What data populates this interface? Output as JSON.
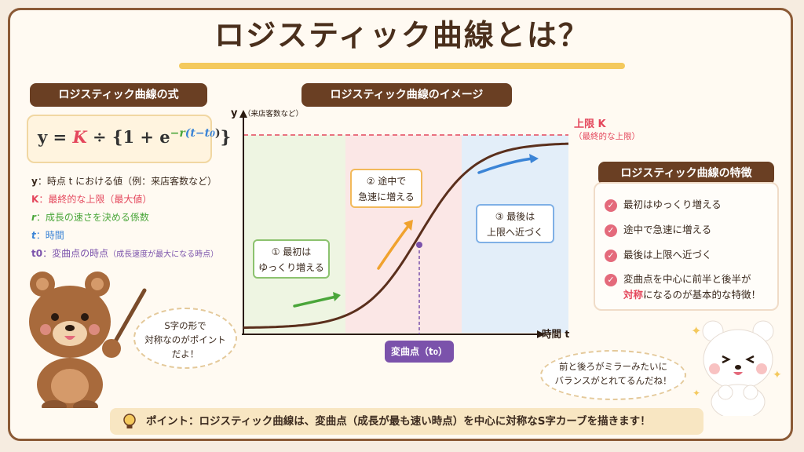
{
  "title": "ロジスティック曲線とは？",
  "formula_panel": {
    "heading": "ロジスティック曲線の式",
    "formula": {
      "y": "y",
      "eq": "=",
      "K": "K",
      "div": "÷",
      "open": "{1 + e",
      "exp_minus_r": "−r",
      "exp_t": "(t−t",
      "exp_sub": "0",
      "exp_close": ")",
      "close": "}"
    },
    "items": [
      {
        "symbol": "y",
        "text": "：時点 t における値（例：来店客数など）",
        "color": "#3b2a1e"
      },
      {
        "symbol": "K",
        "text": "：最終的な上限（最大値）",
        "color": "#e4475c"
      },
      {
        "symbol": "r",
        "text": "：成長の速さを決める係数",
        "color": "#4aa63a"
      },
      {
        "symbol": "t",
        "text": "：時間",
        "color": "#3b84d6"
      },
      {
        "symbol": "t0",
        "text": "：変曲点の時点",
        "note": "（成長速度が最大になる時点）",
        "color": "#7b52ab"
      }
    ]
  },
  "chart_panel": {
    "heading": "ロジスティック曲線のイメージ",
    "y_axis_label": "y",
    "y_axis_note": "（来店客数など）",
    "x_axis_label": "時間 t",
    "upper_limit_label": "上限 K",
    "upper_limit_note": "（最終的な上限）",
    "inflection_label": "変曲点（t",
    "inflection_sub": "0",
    "inflection_close": "）",
    "phases": [
      {
        "num": "①",
        "line1": "最初は",
        "line2": "ゆっくり増える",
        "color": "#4aa63a"
      },
      {
        "num": "②",
        "line1": "途中で",
        "line2": "急速に増える",
        "color": "#f0a22e"
      },
      {
        "num": "③",
        "line1": "最後は",
        "line2": "上限へ近づく",
        "color": "#3b84d6"
      }
    ]
  },
  "features_panel": {
    "heading": "ロジスティック曲線の特徴",
    "items": [
      "最初はゆっくり増える",
      "途中で急速に増える",
      "最後は上限へ近づく"
    ],
    "last_line1": "変曲点を中心に前半と後半が",
    "last_highlight": "対称",
    "last_line2": "になるのが基本的な特徴！"
  },
  "bubbles": {
    "left": [
      "S字の形で",
      "対称なのがポイント",
      "だよ！"
    ],
    "right": [
      "前と後ろがミラーみたいに",
      "バランスがとれてるんだね！"
    ]
  },
  "point_bar": "ポイント：ロジスティック曲線は、変曲点（成長が最も速い時点）を中心に対称なS字カーブを描きます！",
  "icons": {
    "bulb": "lightbulb-icon",
    "check": "check-icon",
    "sparkle": "sparkle-icon"
  },
  "colors": {
    "brown": "#6a3f23",
    "pink": "#e4475c",
    "green": "#4aa63a",
    "orange": "#f0a22e",
    "blue": "#3b84d6",
    "purple": "#7b52ab"
  }
}
